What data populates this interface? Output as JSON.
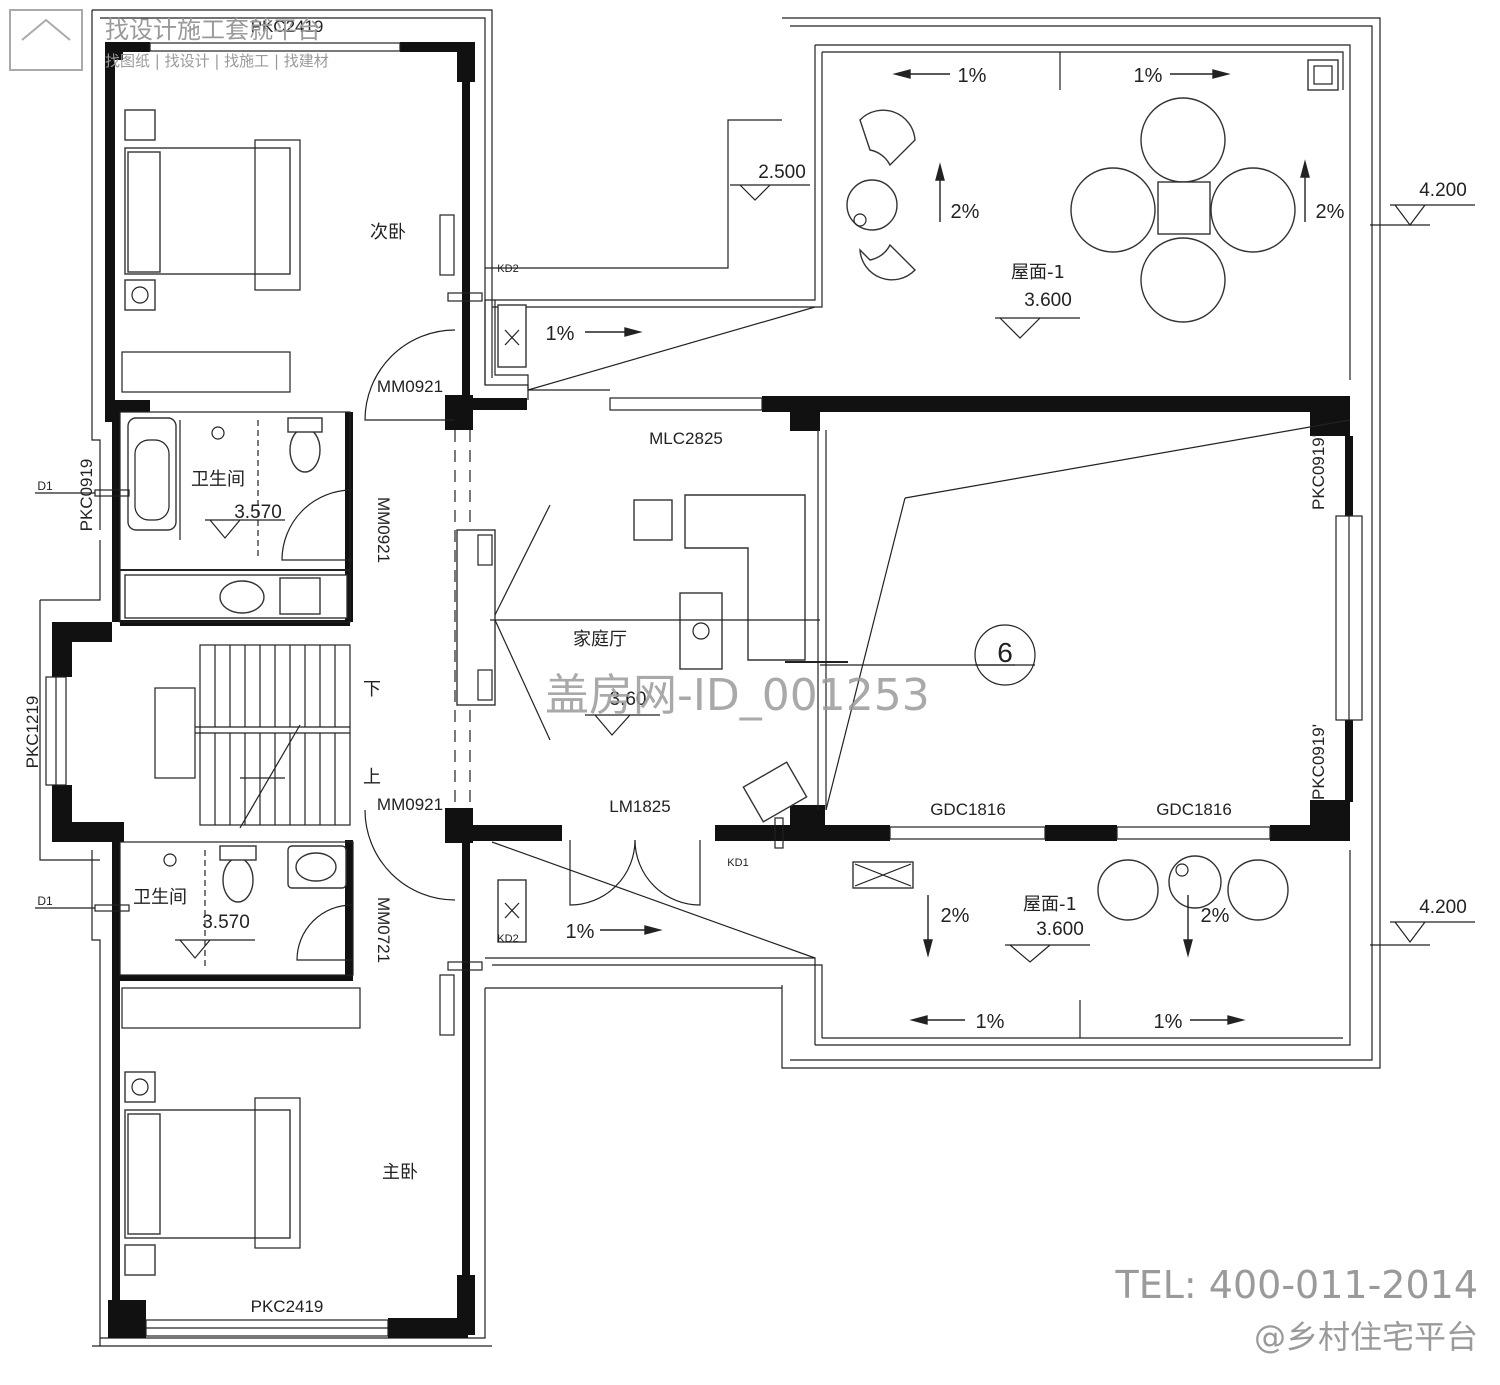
{
  "watermarks": {
    "header_title": "找设计施工套就平台",
    "header_sub": "找图纸 | 找设计 | 找施工 | 找建材",
    "center": "盖房网-ID_001253",
    "tel": "TEL: 400-011-2014",
    "platform": "@乡村住宅平台"
  },
  "rooms": {
    "second_bedroom": "次卧",
    "bathroom_upper": "卫生间",
    "bathroom_lower": "卫生间",
    "family_hall": "家庭厅",
    "master_bedroom": "主卧",
    "roof_upper": "屋面-1",
    "roof_lower": "屋面-1",
    "stair_down": "下",
    "stair_up": "上"
  },
  "doors_windows": {
    "pkc2419_top": "PKC2419",
    "pkc2419_bottom": "PKC2419",
    "mm0921_a": "MM0921",
    "mm0921_b": "MM0921",
    "mm0921_c": "MM0921",
    "mm0721": "MM0721",
    "mlc2825": "MLC2825",
    "lm1825": "LM1825",
    "gdc1816_a": "GDC1816",
    "gdc1816_b": "GDC1816",
    "pkc0919_left": "PKC0919",
    "pkc0919_right_a": "PKC0919'",
    "pkc0919_right_b": "PKC0919'",
    "pkc1219": "PKC1219",
    "kd2_upper": "KD2",
    "kd2_lower": "KD2",
    "kd1": "KD1",
    "d1_upper": "D1",
    "d1_lower": "D1"
  },
  "elevations": {
    "e2500": "2.500",
    "e4200_upper": "4.200",
    "e4200_lower": "4.200",
    "e3600_upper": "3.600",
    "e3600_lower": "3.600",
    "e3570_upper": "3.570",
    "e3570_lower": "3.570",
    "hall_partial": "3.60"
  },
  "slopes": {
    "s1": "1%",
    "s2": "1%",
    "s3": "2%",
    "s4": "2%",
    "s5": "1%",
    "s6": "1%",
    "s7": "2%",
    "s8": "2%",
    "s9": "1%",
    "s10": "1%"
  },
  "section_marker": "6"
}
